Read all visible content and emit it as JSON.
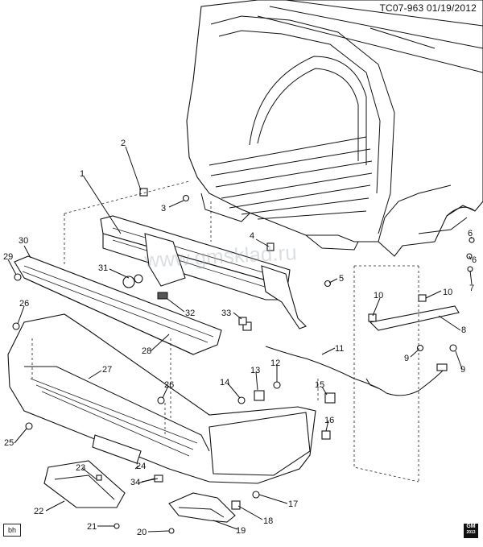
{
  "header": {
    "code": "TC07-963  01/19/2012"
  },
  "badge": "bh",
  "logo": {
    "line1": "GM",
    "line2": "2013"
  },
  "watermark": "www.gmsklad.ru",
  "callouts": [
    "1",
    "2",
    "3",
    "4",
    "5",
    "6",
    "6",
    "7",
    "8",
    "9",
    "9",
    "10",
    "10",
    "11",
    "12",
    "13",
    "14",
    "15",
    "16",
    "17",
    "18",
    "19",
    "20",
    "21",
    "22",
    "23",
    "24",
    "25",
    "26",
    "26",
    "27",
    "28",
    "29",
    "30",
    "31",
    "32",
    "33",
    "34"
  ]
}
